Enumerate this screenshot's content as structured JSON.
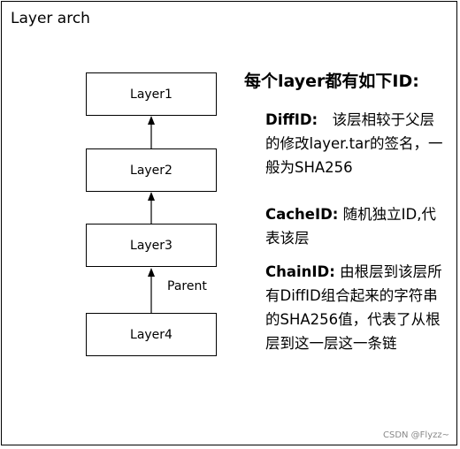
{
  "title": "Layer arch",
  "layers": [
    "Layer1",
    "Layer2",
    "Layer3",
    "Layer4"
  ],
  "parent_label": "Parent",
  "heading": "每个layer都有如下ID:",
  "descriptions": [
    {
      "term": "DiffID:",
      "text": "　该层相较于父层的修改layer.tar的签名，一般为SHA256"
    },
    {
      "term": "CacheID:",
      "text": " 随机独立ID,代表该层"
    },
    {
      "term": "ChainID:",
      "text": " 由根层到该层所有DiffID组合起来的字符串的SHA256值，代表了从根层到这一层这一条链"
    }
  ],
  "watermark": "CSDN @Flyzz~"
}
